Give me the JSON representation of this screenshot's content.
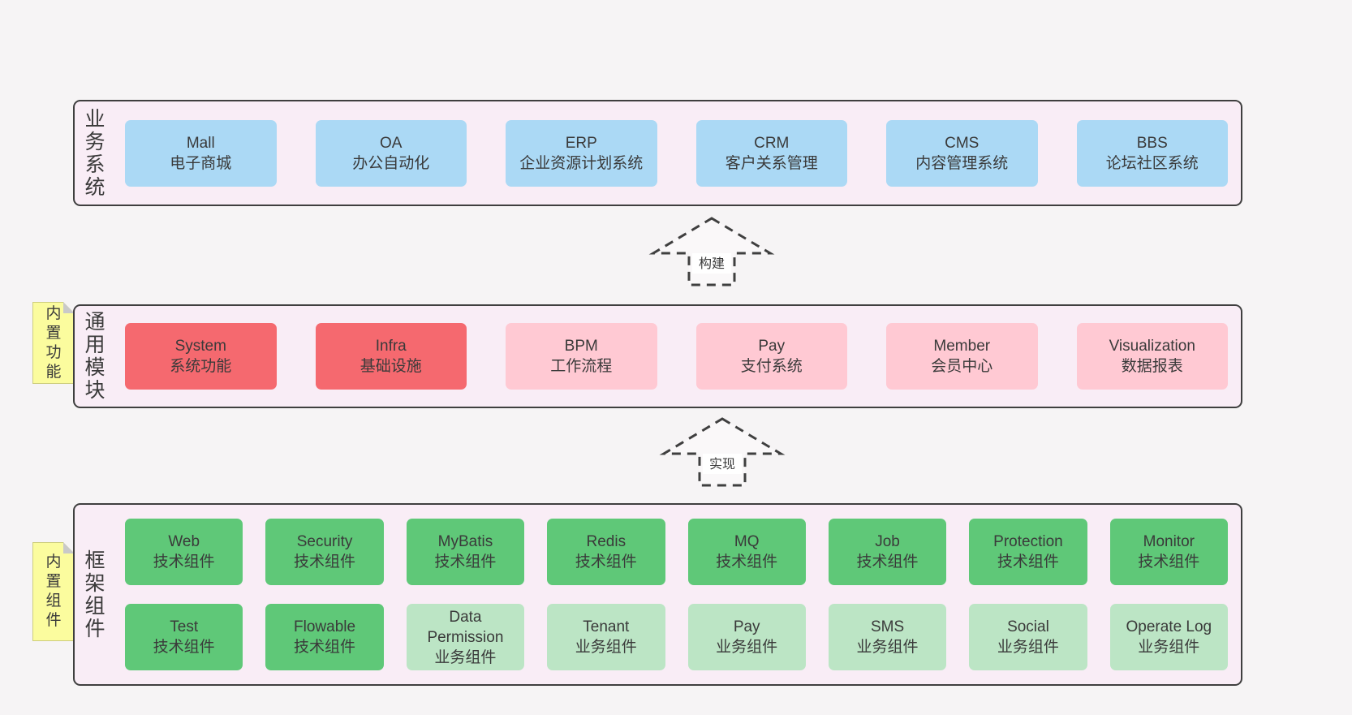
{
  "colors": {
    "page_bg": "#f6f4f5",
    "section_bg": "#f9edf6",
    "section_border": "#3f3f3f",
    "text": "#3a3a3a",
    "blue": "#abd9f5",
    "red": "#f5696f",
    "pink": "#ffc9d3",
    "green": "#5fc878",
    "green_light": "#bce5c5",
    "sticky": "#fbfc9e",
    "fold": "#c9c9c9"
  },
  "sections": [
    {
      "id": "business-systems",
      "label": "业务系统",
      "rows": [
        [
          {
            "en": "Mall",
            "zh": "电子商城",
            "type": "blue"
          },
          {
            "en": "OA",
            "zh": "办公自动化",
            "type": "blue"
          },
          {
            "en": "ERP",
            "zh": "企业资源计划系统",
            "type": "blue"
          },
          {
            "en": "CRM",
            "zh": "客户关系管理",
            "type": "blue"
          },
          {
            "en": "CMS",
            "zh": "内容管理系统",
            "type": "blue"
          },
          {
            "en": "BBS",
            "zh": "论坛社区系统",
            "type": "blue"
          }
        ]
      ]
    },
    {
      "id": "common-modules",
      "label": "通用模块",
      "sticky": "内置功能",
      "rows": [
        [
          {
            "en": "System",
            "zh": "系统功能",
            "type": "red"
          },
          {
            "en": "Infra",
            "zh": "基础设施",
            "type": "red"
          },
          {
            "en": "BPM",
            "zh": "工作流程",
            "type": "pink"
          },
          {
            "en": "Pay",
            "zh": "支付系统",
            "type": "pink"
          },
          {
            "en": "Member",
            "zh": "会员中心",
            "type": "pink"
          },
          {
            "en": "Visualization",
            "zh": "数据报表",
            "type": "pink"
          }
        ]
      ]
    },
    {
      "id": "framework-components",
      "label": "框架组件",
      "sticky": "内置组件",
      "rows": [
        [
          {
            "en": "Web",
            "zh": "技术组件",
            "type": "green"
          },
          {
            "en": "Security",
            "zh": "技术组件",
            "type": "green"
          },
          {
            "en": "MyBatis",
            "zh": "技术组件",
            "type": "green"
          },
          {
            "en": "Redis",
            "zh": "技术组件",
            "type": "green"
          },
          {
            "en": "MQ",
            "zh": "技术组件",
            "type": "green"
          },
          {
            "en": "Job",
            "zh": "技术组件",
            "type": "green"
          },
          {
            "en": "Protection",
            "zh": "技术组件",
            "type": "green"
          },
          {
            "en": "Monitor",
            "zh": "技术组件",
            "type": "green"
          }
        ],
        [
          {
            "en": "Test",
            "zh": "技术组件",
            "type": "green"
          },
          {
            "en": "Flowable",
            "zh": "技术组件",
            "type": "green"
          },
          {
            "en": "Data Permission",
            "zh": "业务组件",
            "type": "green-light"
          },
          {
            "en": "Tenant",
            "zh": "业务组件",
            "type": "green-light"
          },
          {
            "en": "Pay",
            "zh": "业务组件",
            "type": "green-light"
          },
          {
            "en": "SMS",
            "zh": "业务组件",
            "type": "green-light"
          },
          {
            "en": "Social",
            "zh": "业务组件",
            "type": "green-light"
          },
          {
            "en": "Operate Log",
            "zh": "业务组件",
            "type": "green-light"
          }
        ]
      ]
    }
  ],
  "arrows": [
    {
      "label": "构建"
    },
    {
      "label": "实现"
    }
  ]
}
